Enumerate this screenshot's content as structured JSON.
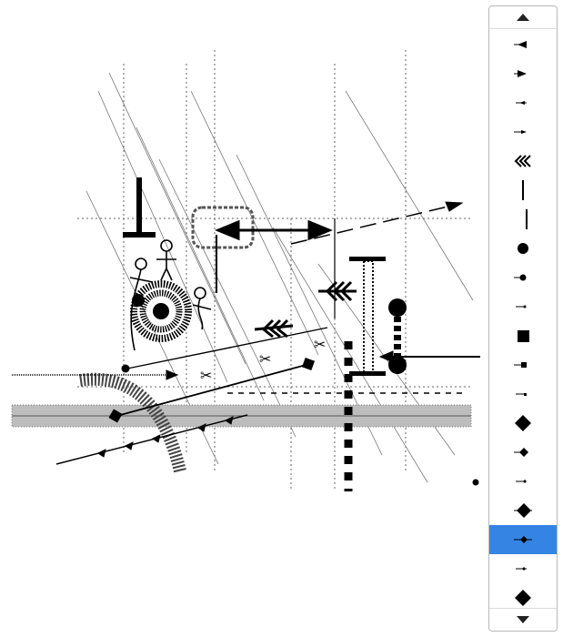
{
  "marker_picker": {
    "scroll_up_icon": "triangle-up-icon",
    "scroll_down_icon": "triangle-down-icon",
    "selected_index": 17,
    "colors": {
      "selected_bg": "#3584e4",
      "border": "#b8b8b8",
      "glyph": "#000000"
    },
    "items": [
      "arrow-start-icon",
      "arrow-end-icon",
      "arrow-start-small-icon",
      "arrow-end-small-icon",
      "double-chevron-icon",
      "bar-line-icon",
      "bar-line-long-icon",
      "dot-large-icon",
      "dot-medium-icon",
      "dot-small-icon",
      "square-large-icon",
      "square-medium-icon",
      "square-small-icon",
      "diamond-large-icon",
      "diamond-medium-icon",
      "diamond-small-icon",
      "diamond-line-large-icon",
      "diamond-line-medium-icon",
      "diamond-line-small-icon",
      "diamond-plain-large-icon"
    ]
  },
  "drawing": {
    "elements": [
      "guide-grid",
      "hatched-band",
      "dashed-rounded-box",
      "stick-figures",
      "spiral-flower",
      "scissors-lines",
      "arrow-lines",
      "ladder-post",
      "square-dash-line",
      "arc-ribbon"
    ]
  }
}
